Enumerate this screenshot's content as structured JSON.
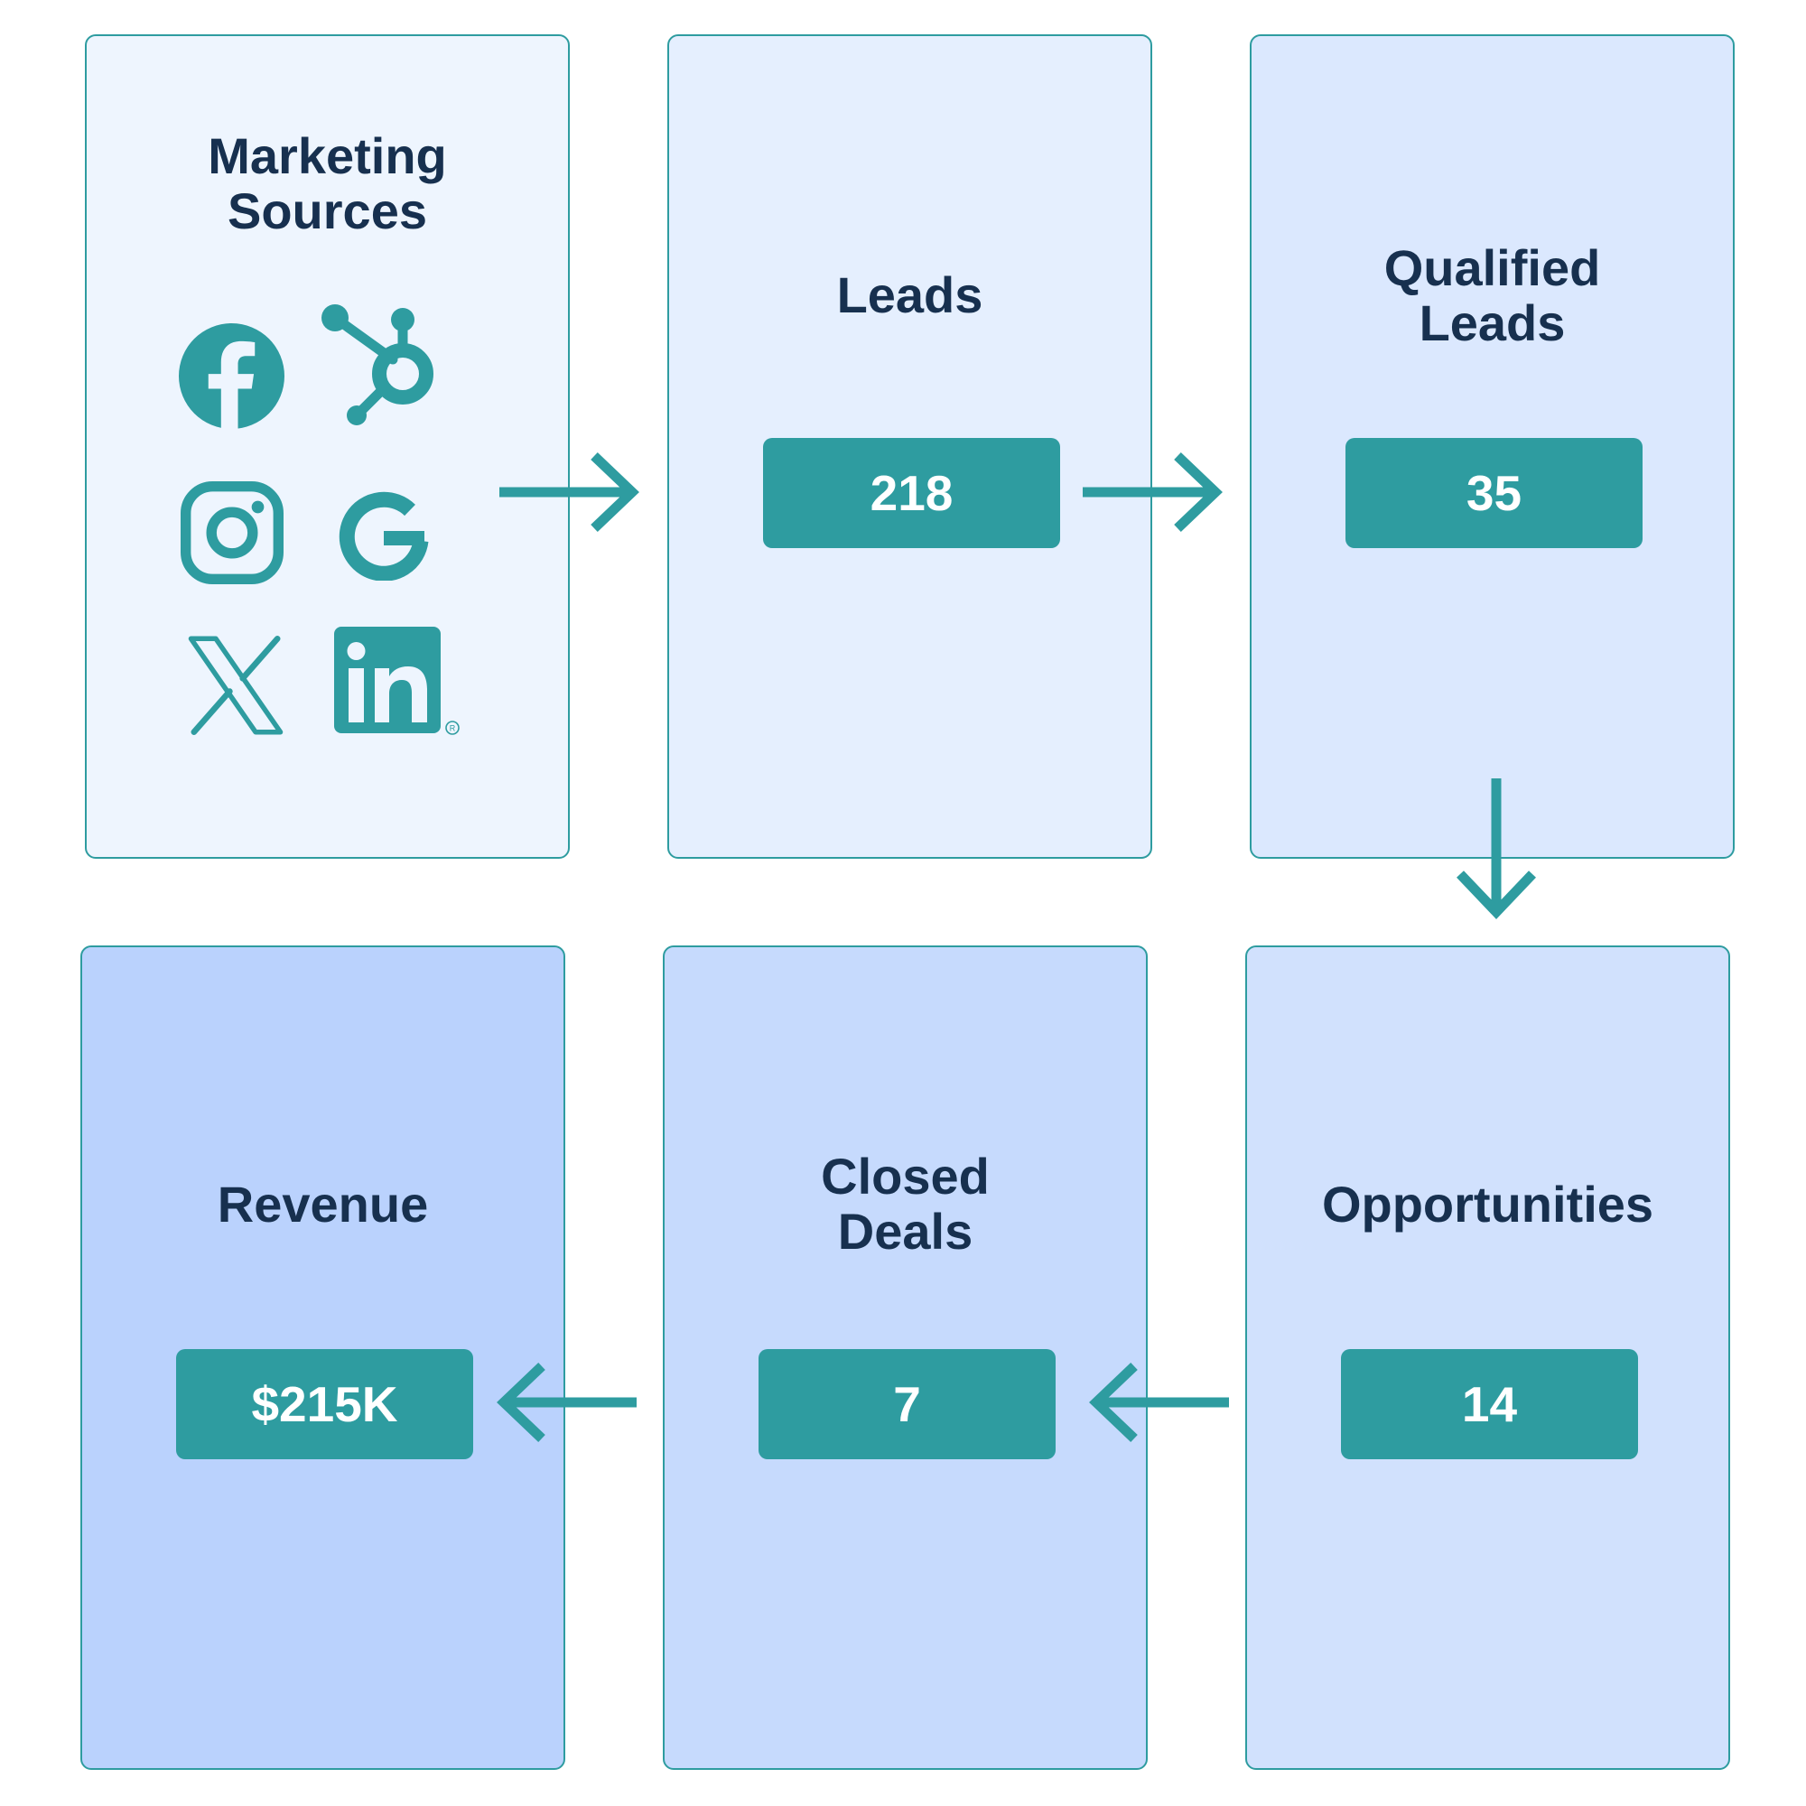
{
  "colors": {
    "accent": "#2e9ca0",
    "title_text": "#17304f",
    "value_text": "#ffffff"
  },
  "stages": {
    "marketing_sources": {
      "title": "Marketing\nSources",
      "icons": [
        "facebook-icon",
        "hubspot-icon",
        "instagram-icon",
        "google-icon",
        "x-icon",
        "linkedin-icon"
      ]
    },
    "leads": {
      "title": "Leads",
      "value": "218"
    },
    "qualified_leads": {
      "title": "Qualified\nLeads",
      "value": "35"
    },
    "opportunities": {
      "title": "Opportunities",
      "value": "14"
    },
    "closed_deals": {
      "title": "Closed\nDeals",
      "value": "7"
    },
    "revenue": {
      "title": "Revenue",
      "value": "$215K"
    }
  },
  "flow_order": [
    "marketing_sources",
    "leads",
    "qualified_leads",
    "opportunities",
    "closed_deals",
    "revenue"
  ]
}
